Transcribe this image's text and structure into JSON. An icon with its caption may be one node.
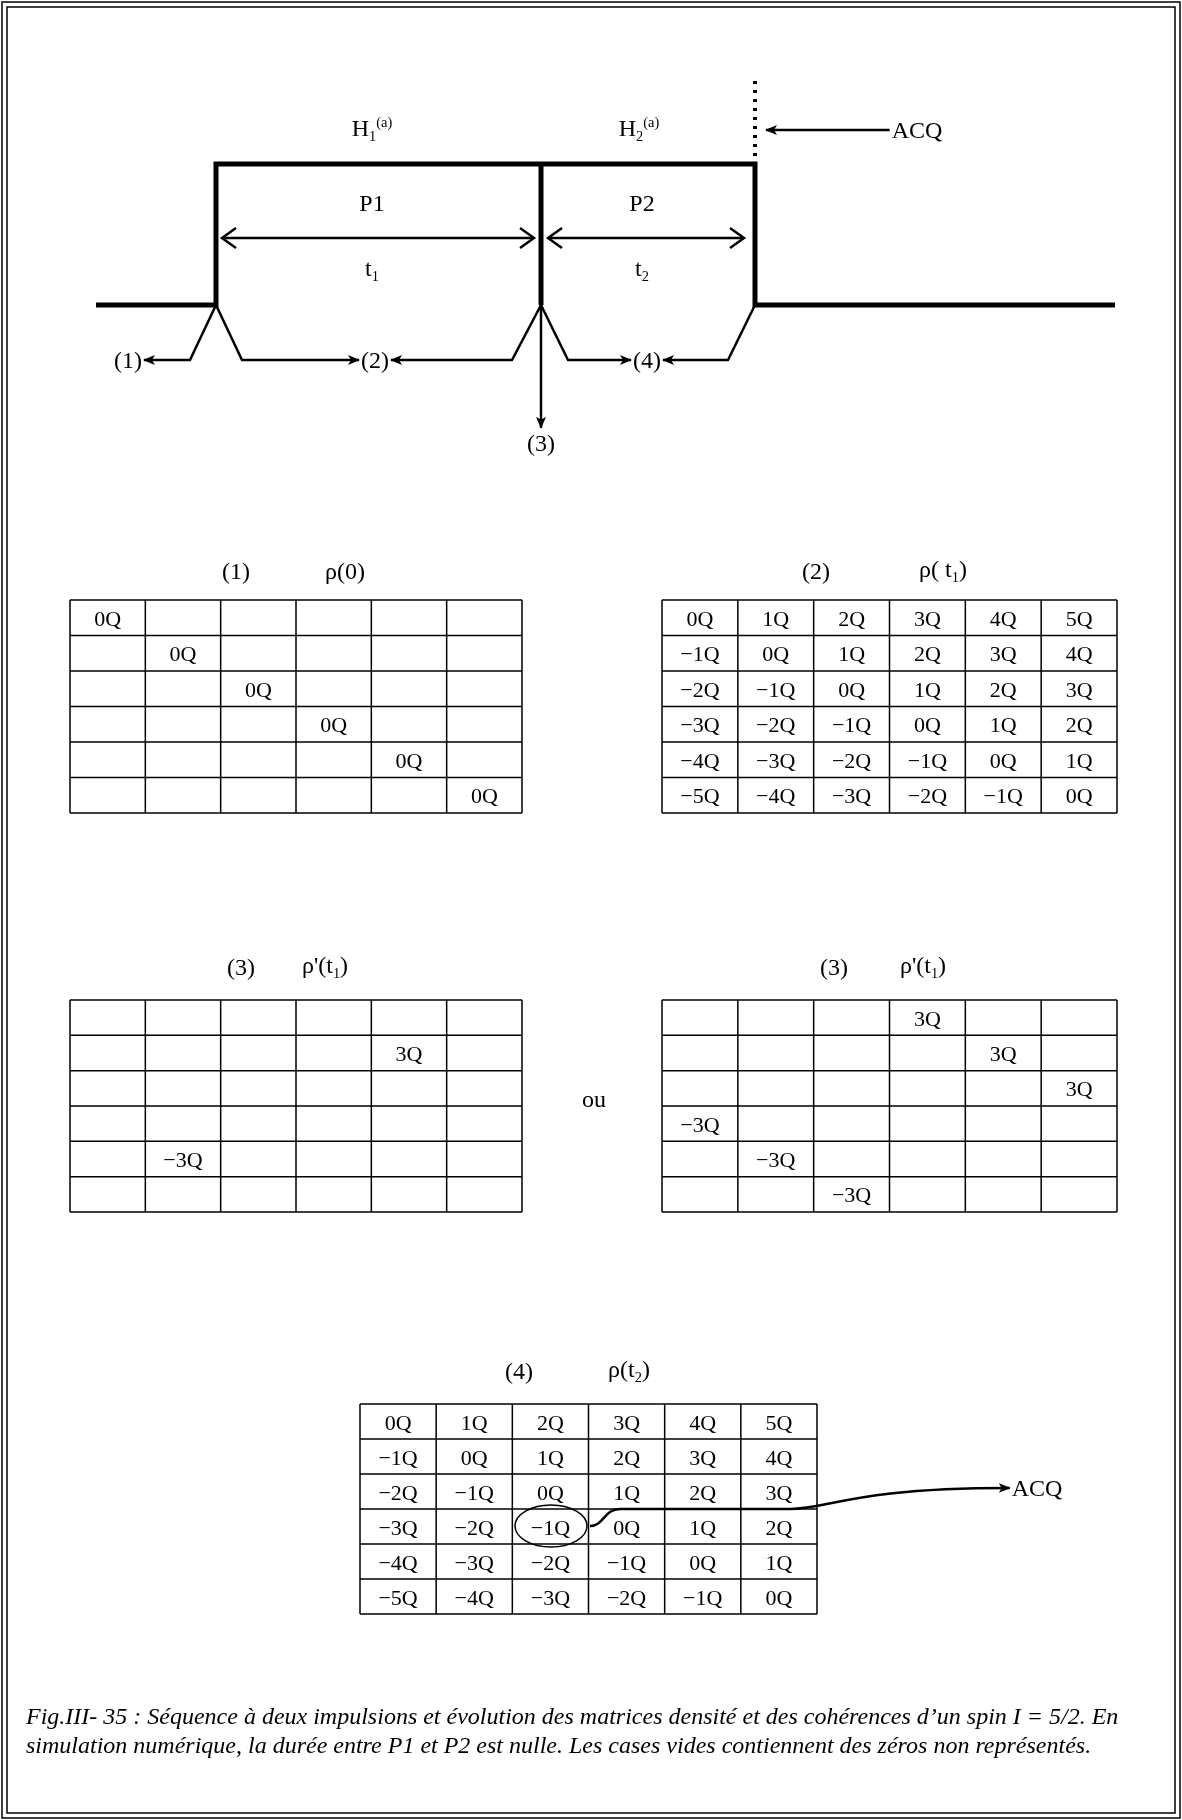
{
  "diagram": {
    "caption": "Fig.III- 35 : Séquence à deux impulsions et évolution des matrices densité et des cohérences d’un spin I = 5/2. En simulation numérique, la durée entre P1 et P2 est nulle. Les cases vides contiennent des zéros non représentés.",
    "nodes": [
      {
        "text": [
          "(1)"
        ]
      },
      {
        "text": [
          "(2)"
        ]
      },
      {
        "text": [
          "(3)"
        ]
      },
      {
        "text": [
          "(4)"
        ]
      },
      {
        "text": [
          "ACQ"
        ]
      },
      {
        "text": [],
        "shape": "circle"
      },
      {
        "text": [
          "ACQ"
        ]
      }
    ],
    "edges": [
      {
        "from": null,
        "to": 0,
        "arrow": "to"
      },
      {
        "from": null,
        "to": 1,
        "arrow": "to"
      },
      {
        "from": null,
        "to": 1,
        "arrow": "to"
      },
      {
        "from": null,
        "to": 3,
        "arrow": "to"
      },
      {
        "from": null,
        "to": 2,
        "arrow": "to"
      },
      {
        "from": null,
        "to": 3,
        "arrow": "to"
      },
      {
        "from": 4,
        "to": null,
        "arrow": "to"
      },
      {
        "from": 5,
        "to": 6,
        "arrow": "to"
      }
    ],
    "labels": [
      "H$_{1}$$^{(a)}$",
      "H$_{2}$$^{(a)}$",
      "P1",
      "P2",
      "t$_{1}$",
      "t$_{2}$",
      "(1)",
      "ρ(0)",
      "(2)",
      "ρ( t$_{1}$)",
      "0Q",
      "0Q",
      "0Q",
      "0Q",
      "0Q",
      "0Q",
      "0Q",
      "1Q",
      "2Q",
      "3Q",
      "4Q",
      "5Q",
      "−1Q",
      "0Q",
      "1Q",
      "2Q",
      "3Q",
      "4Q",
      "−2Q",
      "−1Q",
      "0Q",
      "1Q",
      "2Q",
      "3Q",
      "−3Q",
      "−2Q",
      "−1Q",
      "0Q",
      "1Q",
      "2Q",
      "−4Q",
      "−3Q",
      "−2Q",
      "−1Q",
      "0Q",
      "1Q",
      "−5Q",
      "−4Q",
      "−3Q",
      "−2Q",
      "−1Q",
      "0Q",
      "(3)",
      "ρ'(t$_{1}$)",
      "(3)",
      "ρ'(t$_{1}$)",
      "3Q",
      "−3Q",
      "ou",
      "3Q",
      "3Q",
      "3Q",
      "−3Q",
      "−3Q",
      "−3Q",
      "(4)",
      "ρ(t$_{2}$)",
      "0Q",
      "1Q",
      "2Q",
      "3Q",
      "4Q",
      "5Q",
      "−1Q",
      "0Q",
      "1Q",
      "2Q",
      "3Q",
      "4Q",
      "−2Q",
      "−1Q",
      "0Q",
      "1Q",
      "2Q",
      "3Q",
      "−3Q",
      "−2Q",
      "−1Q",
      "0Q",
      "1Q",
      "2Q",
      "−4Q",
      "−3Q",
      "−2Q",
      "−1Q",
      "0Q",
      "1Q",
      "−5Q",
      "−4Q",
      "−3Q",
      "−2Q",
      "−1Q",
      "0Q"
    ]
  }
}
